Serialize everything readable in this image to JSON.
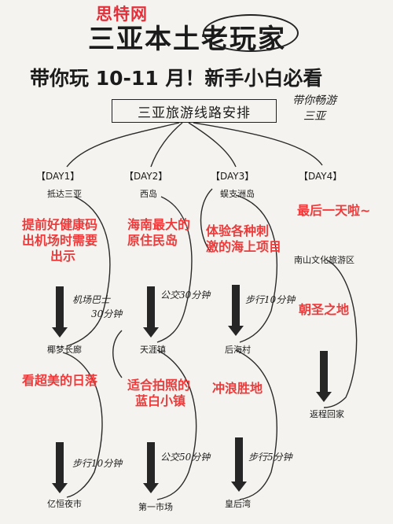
{
  "watermark": "思特网",
  "title": "三亚本土老玩家",
  "subtitle": "带你玩 10-11 月！新手小白必看",
  "route_box": "三亚旅游线路安排",
  "note": [
    "带你畅游",
    "三亚"
  ],
  "days": [
    {
      "label": "【DAY1】",
      "start": "抵达三亚",
      "tip1": [
        "提前好健康码",
        "出机场时需要",
        "出示"
      ],
      "transit1": [
        "机场巴士",
        "30分钟"
      ],
      "mid": "椰梦长廊",
      "tip2": [
        "看超美的日落"
      ],
      "transit2": [
        "步行10分钟"
      ],
      "end": "亿恒夜市"
    },
    {
      "label": "【DAY2】",
      "start": "西岛",
      "tip1": [
        "海南最大的",
        "原住民岛"
      ],
      "transit1": [
        "公交30分钟"
      ],
      "mid": "天涯镇",
      "tip2": [
        "适合拍照的",
        "蓝白小镇"
      ],
      "transit2": [
        "公交50分钟"
      ],
      "end": "第一市场"
    },
    {
      "label": "【DAY3】",
      "start": "蜈支洲岛",
      "tip1": [
        "体验各种刺",
        "激的海上项目"
      ],
      "transit1": [
        "步行10分钟"
      ],
      "mid": "后海村",
      "tip2": [
        "冲浪胜地"
      ],
      "transit2": [
        "步行5分钟"
      ],
      "end": "皇后湾"
    },
    {
      "label": "【DAY4】",
      "start": "",
      "tip1": [
        "最后一天啦~"
      ],
      "transit1": [],
      "mid": "南山文化旅游区",
      "tip2": [
        "朝圣之地"
      ],
      "transit2": [],
      "end": "返程回家"
    }
  ]
}
